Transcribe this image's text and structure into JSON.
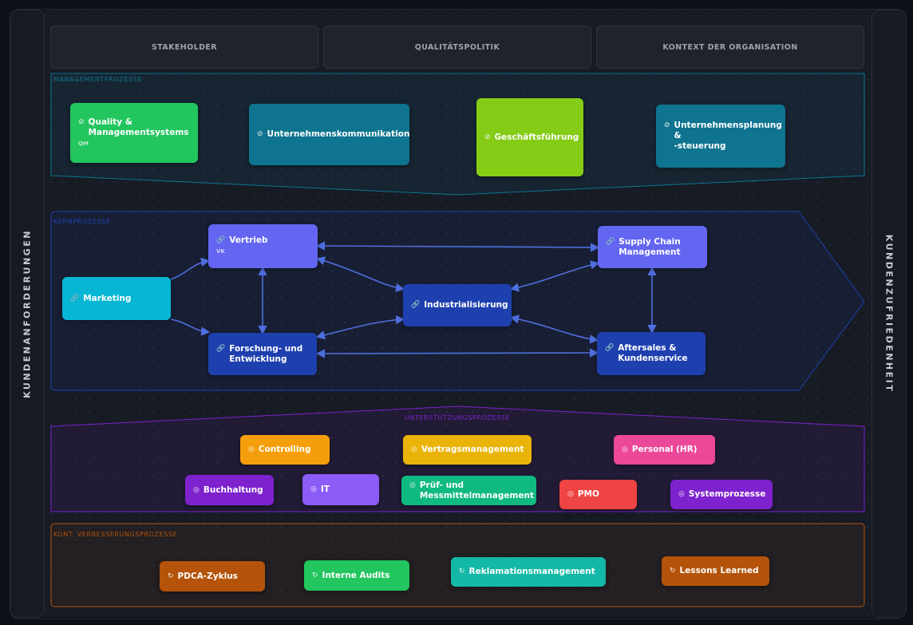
{
  "side": {
    "left_label": "KUNDENANFORDERUNGEN",
    "right_label": "KUNDENZUFRIEDENHEIT"
  },
  "context": [
    {
      "label": "STAKEHOLDER"
    },
    {
      "label": "QUALITÄTSPOLITIK"
    },
    {
      "label": "KONTEXT DER ORGANISATION"
    }
  ],
  "management": {
    "label": "MANAGEMENTPROZESSE",
    "color": "#0e7490",
    "icon": "compass-icon",
    "items": [
      {
        "label": "Quality &\nManagementsystems",
        "sub": "QM",
        "color": "#22c55e"
      },
      {
        "label": "Unternehmenskommunikation",
        "sub": "",
        "color": "#0e7490"
      },
      {
        "label": "Geschäftsführung",
        "sub": "",
        "color": "#84cc16"
      },
      {
        "label": "Unternehmensplanung &\n-steuerung",
        "sub": "",
        "color": "#0e7490"
      }
    ]
  },
  "core": {
    "label": "KERNPROZESSE",
    "color": "#1e40af",
    "icon": "link-icon",
    "items": [
      {
        "label": "Marketing",
        "sub": "",
        "color": "#06b6d4"
      },
      {
        "label": "Vertrieb",
        "sub": "VK",
        "color": "#6366f1"
      },
      {
        "label": "Forschung- und\nEntwicklung",
        "sub": "",
        "color": "#1e40af"
      },
      {
        "label": "Industrialisierung",
        "sub": "",
        "color": "#1e40af"
      },
      {
        "label": "Supply Chain\nManagement",
        "sub": "",
        "color": "#6366f1"
      },
      {
        "label": "Aftersales &\nKundenservice",
        "sub": "",
        "color": "#1e40af"
      }
    ]
  },
  "support": {
    "label": "UNTERSTÜTZUNGSPROZESSE",
    "color": "#7e22ce",
    "icon": "gear-icon",
    "items": [
      {
        "label": "Controlling",
        "color": "#f59e0b"
      },
      {
        "label": "Vertragsmanagement",
        "color": "#eab308"
      },
      {
        "label": "Personal (HR)",
        "color": "#ec4899"
      },
      {
        "label": "Buchhaltung",
        "color": "#7e22ce"
      },
      {
        "label": "IT",
        "color": "#8b5cf6"
      },
      {
        "label": "Prüf- und\nMessmittelmanagement",
        "color": "#10b981"
      },
      {
        "label": "PMO",
        "color": "#ef4444"
      },
      {
        "label": "Systemprozesse",
        "color": "#7e22ce"
      }
    ]
  },
  "improvement": {
    "label": "KONT. VERBESSERUNGSPROZESSE",
    "color": "#b45309",
    "icon": "refresh-icon",
    "items": [
      {
        "label": "PDCA-Zyklus",
        "color": "#b45309"
      },
      {
        "label": "Interne Audits",
        "color": "#22c55e"
      },
      {
        "label": "Reklamationsmanagement",
        "color": "#14b8a6"
      },
      {
        "label": "Lessons Learned",
        "color": "#b45309"
      }
    ]
  },
  "connector_color": "#4f6fe0"
}
